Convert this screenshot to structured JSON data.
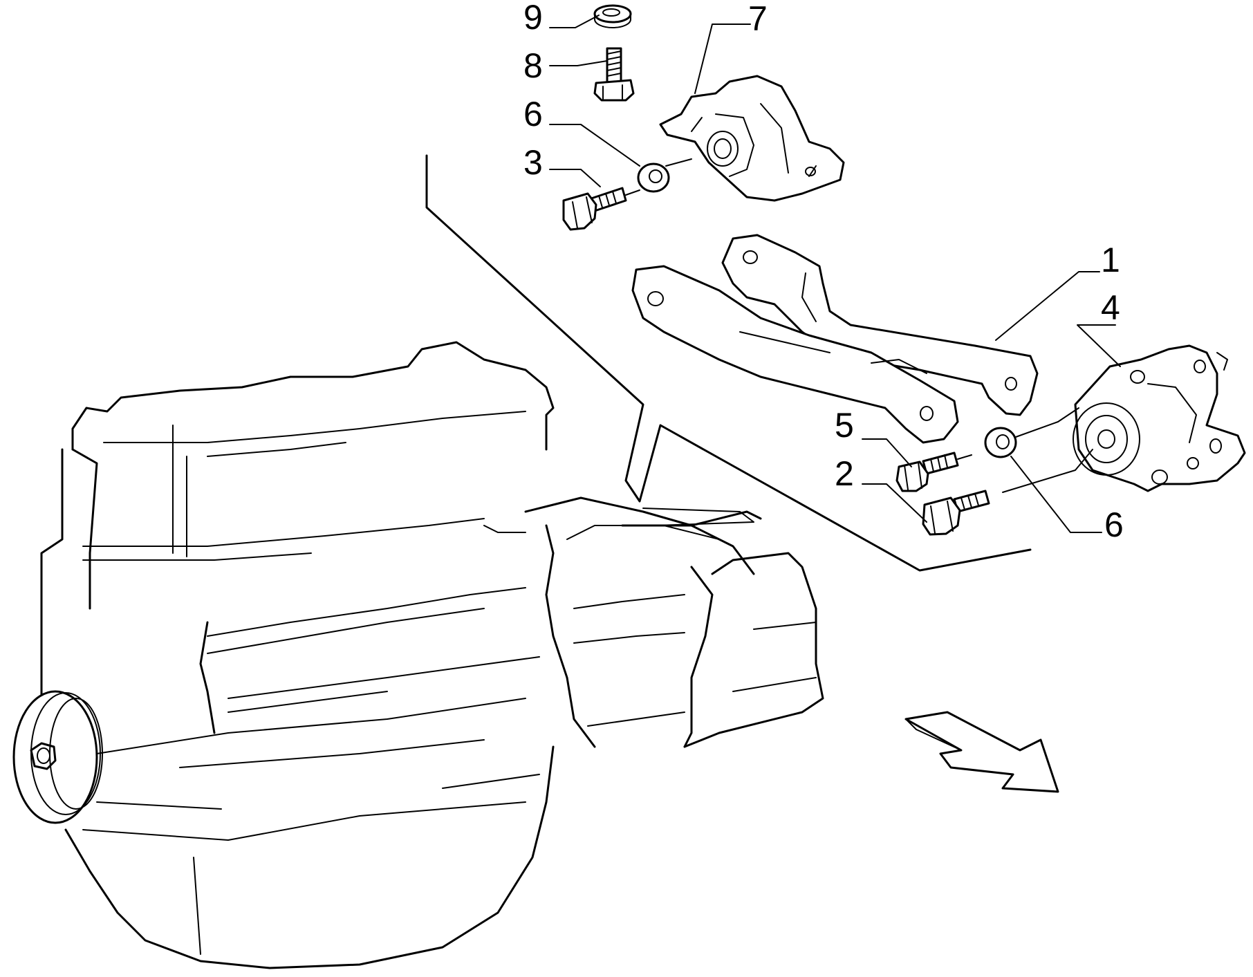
{
  "diagram": {
    "callouts": [
      {
        "id": "9",
        "label": "9"
      },
      {
        "id": "8",
        "label": "8"
      },
      {
        "id": "7",
        "label": "7"
      },
      {
        "id": "6a",
        "label": "6"
      },
      {
        "id": "3",
        "label": "3"
      },
      {
        "id": "1",
        "label": "1"
      },
      {
        "id": "4",
        "label": "4"
      },
      {
        "id": "5",
        "label": "5"
      },
      {
        "id": "2",
        "label": "2"
      },
      {
        "id": "6b",
        "label": "6"
      }
    ],
    "colors": {
      "line": "#000000",
      "background": "#ffffff"
    },
    "icons": [
      "direction-arrow-icon"
    ]
  }
}
